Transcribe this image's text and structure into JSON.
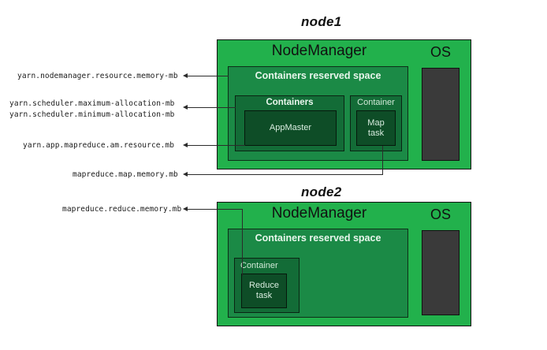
{
  "diagram": {
    "type": "hadoop-yarn-memory-configuration",
    "nodes": [
      {
        "id": "node1",
        "title": "node1",
        "nodemanager_label": "NodeManager",
        "os_label": "OS",
        "reserved_label": "Containers reserved space",
        "groups": [
          {
            "id": "containers",
            "label": "Containers",
            "task": "AppMaster"
          },
          {
            "id": "container-map",
            "label": "Container",
            "task": "Map\ntask"
          }
        ]
      },
      {
        "id": "node2",
        "title": "node2",
        "nodemanager_label": "NodeManager",
        "os_label": "OS",
        "reserved_label": "Containers reserved space",
        "groups": [
          {
            "id": "container-reduce",
            "label": "Container",
            "task": "Reduce\ntask"
          }
        ]
      }
    ],
    "callouts": [
      {
        "id": "nm-resource-memory",
        "text": "yarn.nodemanager.resource.memory-mb",
        "points_to": "containers-reserved-space-node1"
      },
      {
        "id": "sched-max-allocation",
        "text": "yarn.scheduler.maximum-allocation-mb",
        "points_to": "containers-node1"
      },
      {
        "id": "sched-min-allocation",
        "text": "yarn.scheduler.minimum-allocation-mb",
        "points_to": "containers-node1"
      },
      {
        "id": "am-resource-mb",
        "text": "yarn.app.mapreduce.am.resource.mb",
        "points_to": "appmaster-node1"
      },
      {
        "id": "map-memory-mb",
        "text": "mapreduce.map.memory.mb",
        "points_to": "map-task-node1"
      },
      {
        "id": "reduce-memory-mb",
        "text": "mapreduce.reduce.memory.mb",
        "points_to": "reduce-container-node2"
      }
    ]
  },
  "colors": {
    "node_green": "#22b14c",
    "reserved_green": "#1b8a46",
    "containers_green": "#136c37",
    "task_green": "#0e4d27",
    "os_dark": "#3a3a3a",
    "outline": "#111111",
    "leader_line": "#2b2b2b",
    "background": "#ffffff"
  }
}
